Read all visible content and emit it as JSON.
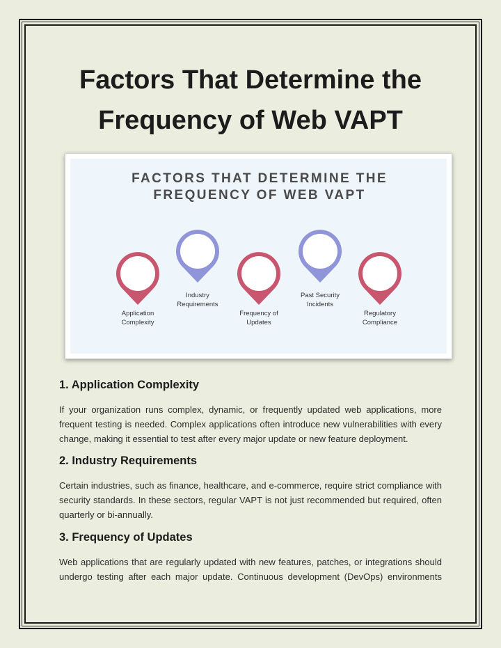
{
  "title_line1": "Factors That Determine the",
  "title_line2": "Frequency of Web VAPT",
  "figure": {
    "heading_line1": "FACTORS THAT DETERMINE THE",
    "heading_line2": "FREQUENCY OF WEB VAPT",
    "pin_colors": {
      "pink": "#c9566f",
      "blue": "#8f95d8"
    },
    "pins": [
      {
        "label_line1": "Application",
        "label_line2": "Complexity",
        "color": "pink"
      },
      {
        "label_line1": "Industry",
        "label_line2": "Requirements",
        "color": "blue"
      },
      {
        "label_line1": "Frequency of",
        "label_line2": "Updates",
        "color": "pink"
      },
      {
        "label_line1": "Past Security",
        "label_line2": "Incidents",
        "color": "blue"
      },
      {
        "label_line1": "Regulatory",
        "label_line2": "Compliance",
        "color": "pink"
      }
    ]
  },
  "sections": [
    {
      "heading": "1. Application Complexity",
      "lines": [
        "If your organization runs complex, dynamic, or frequently updated web applications, more",
        "frequent testing is needed. Complex applications often introduce new vulnerabilities with every",
        "change, making it essential to test after every major update or new feature deployment."
      ]
    },
    {
      "heading": "2. Industry Requirements",
      "lines": [
        "Certain industries, such as finance, healthcare, and e-commerce, require strict compliance with",
        "security standards. In these sectors, regular VAPT is not just recommended but required, often",
        "quarterly or bi-annually."
      ]
    },
    {
      "heading": "3. Frequency of Updates",
      "lines": [
        "Web applications that are regularly updated with new features, patches, or integrations should",
        "undergo testing after each major update. Continuous development (DevOps) environments"
      ]
    }
  ]
}
